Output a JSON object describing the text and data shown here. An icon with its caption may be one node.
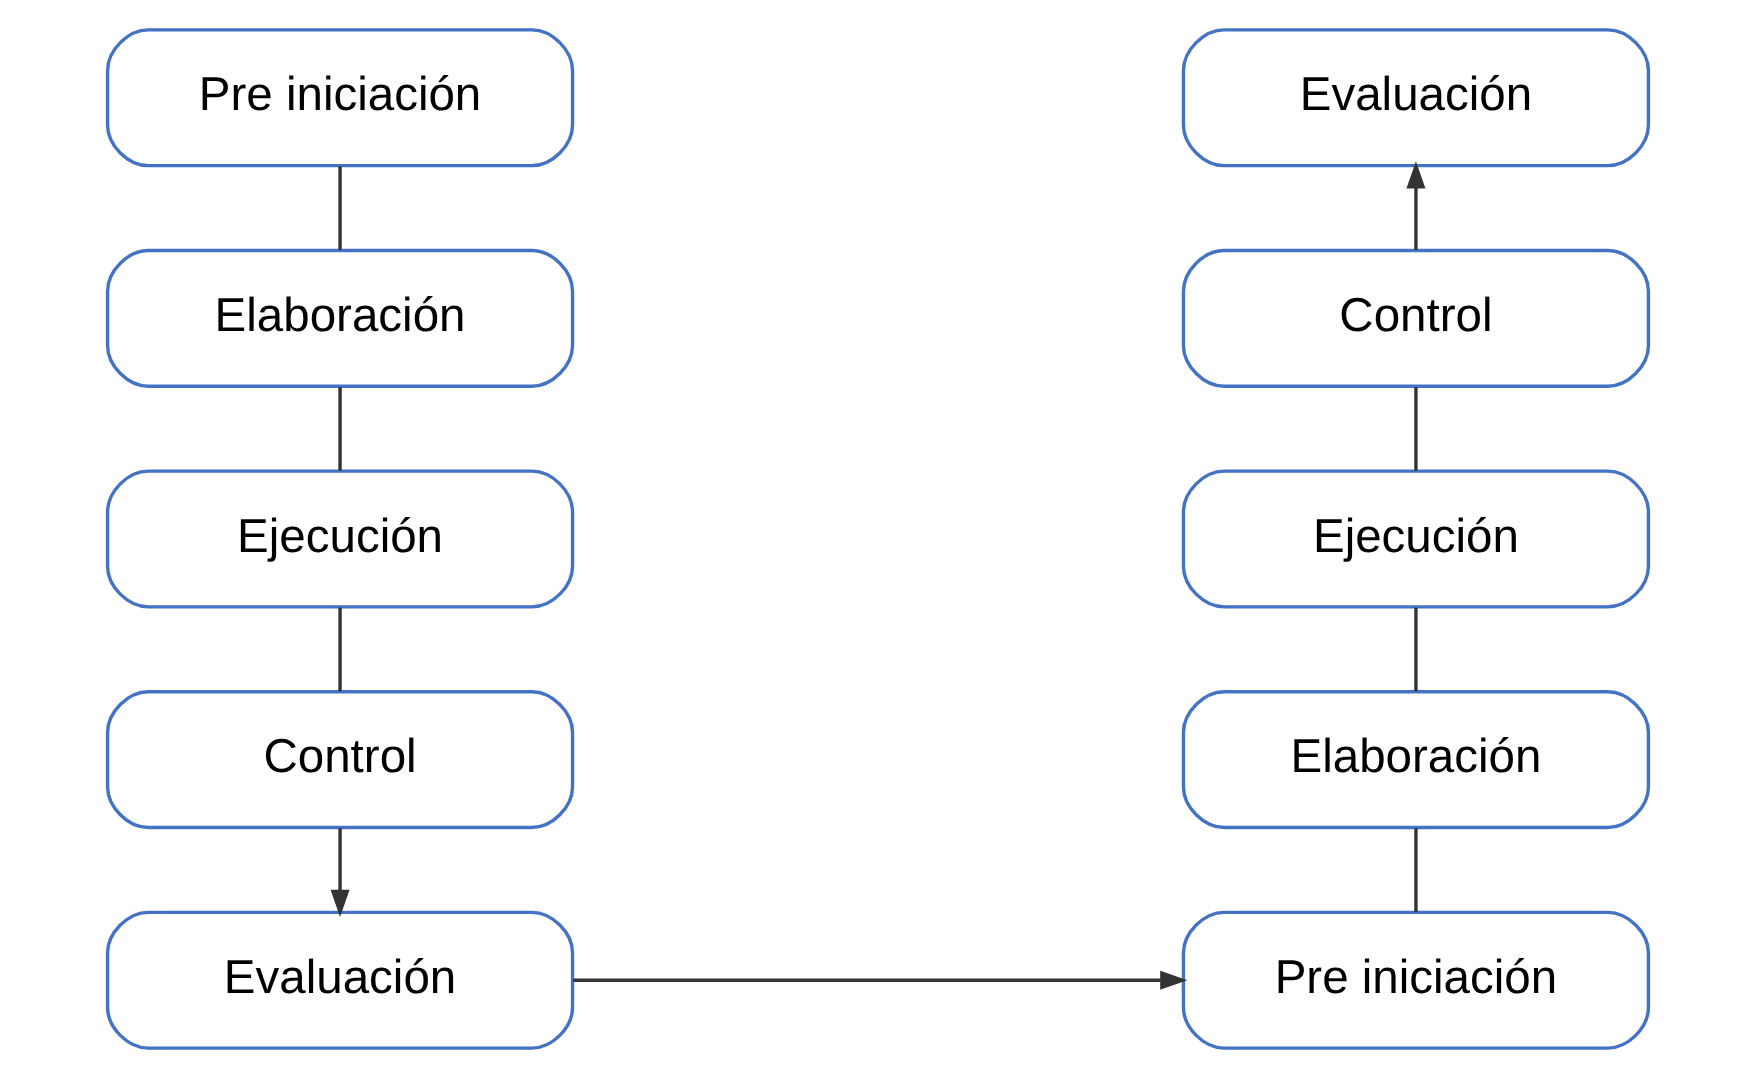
{
  "diagram": {
    "nodes": [
      {
        "text": [
          "Pre iniciación"
        ]
      },
      {
        "text": [
          "Elaboración"
        ]
      },
      {
        "text": [
          "Ejecución"
        ]
      },
      {
        "text": [
          "Control"
        ]
      },
      {
        "text": [
          "Evaluación"
        ]
      },
      {
        "text": [
          "Pre iniciación"
        ]
      },
      {
        "text": [
          "Elaboración"
        ]
      },
      {
        "text": [
          "Ejecución"
        ]
      },
      {
        "text": [
          "Control"
        ]
      },
      {
        "text": [
          "Evaluación"
        ]
      }
    ],
    "edges": [
      {
        "from": 0,
        "to": 1,
        "arrow": "none"
      },
      {
        "from": 1,
        "to": 2,
        "arrow": "none"
      },
      {
        "from": 2,
        "to": 3,
        "arrow": "none"
      },
      {
        "from": 3,
        "to": 4,
        "arrow": "to"
      },
      {
        "from": 4,
        "to": 5,
        "arrow": "to"
      },
      {
        "from": 5,
        "to": 6,
        "arrow": "none"
      },
      {
        "from": 6,
        "to": 7,
        "arrow": "none"
      },
      {
        "from": 7,
        "to": 8,
        "arrow": "none"
      },
      {
        "from": 8,
        "to": 9,
        "arrow": "to"
      }
    ]
  }
}
